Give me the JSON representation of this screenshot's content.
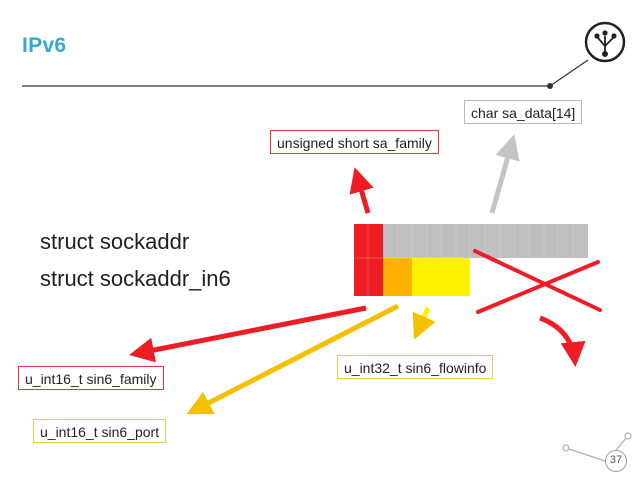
{
  "slide": {
    "title": "IPv6",
    "page_number": "37"
  },
  "structs": {
    "sockaddr": "struct sockaddr",
    "sockaddr_in6": "struct sockaddr_in6"
  },
  "callouts": {
    "sa_family": "unsigned short sa_family",
    "sa_data": "char sa_data[14]",
    "sin6_family": "u_int16_t sin6_family",
    "sin6_port": "u_int16_t sin6_port",
    "sin6_flowinfo": "u_int32_t sin6_flowinfo"
  },
  "colors": {
    "title": "#3aa8c8",
    "family_field": "#ee1c25",
    "port_field": "#ffb300",
    "flowinfo_field": "#fff200",
    "data_field": "#bfbfbf",
    "cross": "#ee1c25"
  },
  "icons": {
    "logo": "branch-network-icon"
  }
}
